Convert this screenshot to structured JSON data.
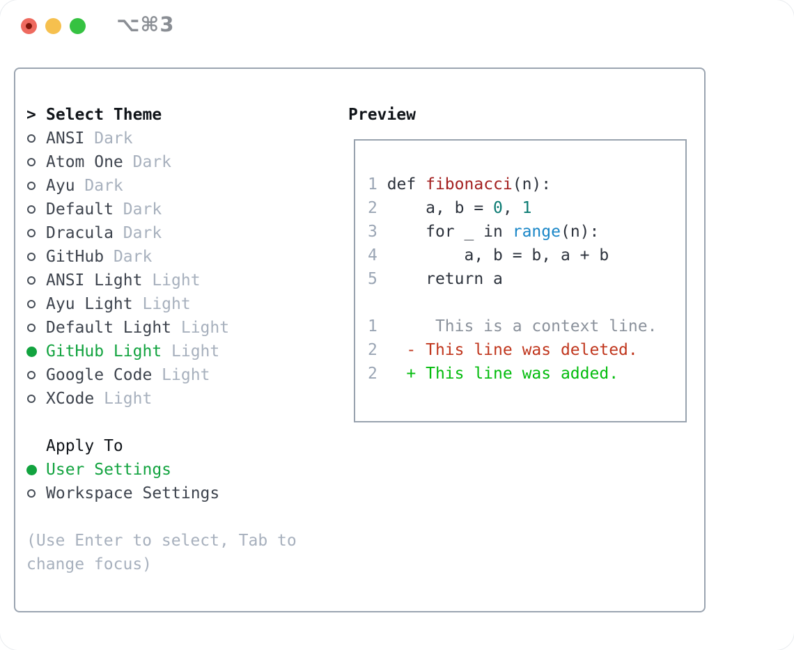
{
  "window": {
    "title_shortcut": "⌥⌘3"
  },
  "colors": {
    "accent_green": "#12a33f",
    "panel_border": "#9aa4b0",
    "preview_border": "#98a2ae",
    "muted_text": "#a7b0bd",
    "primary_text": "#3d434d",
    "header_text": "#101419",
    "traffic_close": "#ee6a5f",
    "traffic_minimize": "#f6c04e",
    "traffic_zoom": "#35c241",
    "syntax_function_red": "#a32020",
    "syntax_literal_teal": "#0a7a72",
    "syntax_call_blue": "#1986c7",
    "diff_context_gray": "#8b929c",
    "diff_deleted_red": "#c0361d",
    "diff_added_green": "#03bc0d"
  },
  "theme_panel": {
    "header_prefix": ">",
    "header": "Select Theme",
    "themes": [
      {
        "name": "ANSI",
        "variant": "Dark",
        "selected": false
      },
      {
        "name": "Atom One",
        "variant": "Dark",
        "selected": false
      },
      {
        "name": "Ayu",
        "variant": "Dark",
        "selected": false
      },
      {
        "name": "Default",
        "variant": "Dark",
        "selected": false
      },
      {
        "name": "Dracula",
        "variant": "Dark",
        "selected": false
      },
      {
        "name": "GitHub",
        "variant": "Dark",
        "selected": false
      },
      {
        "name": "ANSI Light",
        "variant": "Light",
        "selected": false
      },
      {
        "name": "Ayu Light",
        "variant": "Light",
        "selected": false
      },
      {
        "name": "Default Light",
        "variant": "Light",
        "selected": false
      },
      {
        "name": "GitHub Light",
        "variant": "Light",
        "selected": true
      },
      {
        "name": "Google Code",
        "variant": "Light",
        "selected": false
      },
      {
        "name": "XCode",
        "variant": "Light",
        "selected": false
      }
    ],
    "apply_to": {
      "header": "Apply To",
      "options": [
        {
          "label": "User Settings",
          "selected": true
        },
        {
          "label": "Workspace Settings",
          "selected": false
        }
      ]
    },
    "hint_lines": [
      "(Use Enter to select, Tab to",
      "change focus)"
    ]
  },
  "preview": {
    "header": "Preview",
    "lines": [
      {
        "num": "1",
        "tokens": [
          {
            "t": " def ",
            "s": "plain"
          },
          {
            "t": "fibonacci",
            "s": "fn"
          },
          {
            "t": "(n):",
            "s": "plain"
          }
        ]
      },
      {
        "num": "2",
        "tokens": [
          {
            "t": "     a, b = ",
            "s": "plain"
          },
          {
            "t": "0",
            "s": "lit"
          },
          {
            "t": ", ",
            "s": "plain"
          },
          {
            "t": "1",
            "s": "lit"
          }
        ]
      },
      {
        "num": "3",
        "tokens": [
          {
            "t": "     for _ in ",
            "s": "plain"
          },
          {
            "t": "range",
            "s": "call"
          },
          {
            "t": "(n):",
            "s": "plain"
          }
        ]
      },
      {
        "num": "4",
        "tokens": [
          {
            "t": "         a, b = b, a + b",
            "s": "plain"
          }
        ]
      },
      {
        "num": "5",
        "tokens": [
          {
            "t": "     return a",
            "s": "plain"
          }
        ]
      },
      {
        "num": "",
        "tokens": []
      },
      {
        "num": "1",
        "tokens": [
          {
            "t": "      This is a context line.",
            "s": "ctx"
          }
        ]
      },
      {
        "num": "2",
        "tokens": [
          {
            "t": "   - This line was deleted.",
            "s": "del"
          }
        ]
      },
      {
        "num": "2",
        "tokens": [
          {
            "t": "   + This line was added.",
            "s": "add"
          }
        ]
      }
    ]
  }
}
